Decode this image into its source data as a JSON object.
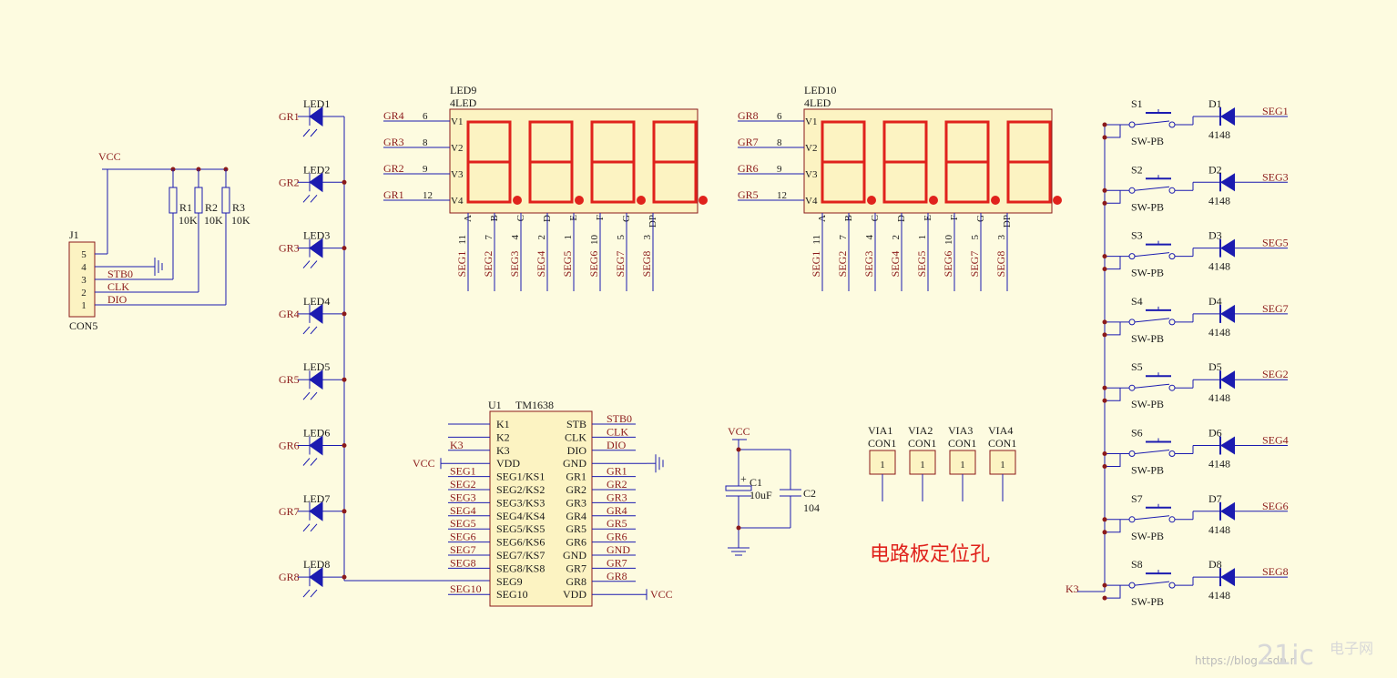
{
  "connector": {
    "ref": "J1",
    "value": "CON5",
    "supply": "VCC",
    "pins": [
      {
        "num": "5",
        "net": ""
      },
      {
        "num": "4",
        "net": ""
      },
      {
        "num": "3",
        "net": "STB0"
      },
      {
        "num": "2",
        "net": "CLK"
      },
      {
        "num": "1",
        "net": "DIO"
      }
    ]
  },
  "resistors": [
    {
      "ref": "R1",
      "value": "10K"
    },
    {
      "ref": "R2",
      "value": "10K"
    },
    {
      "ref": "R3",
      "value": "10K"
    }
  ],
  "leds": [
    {
      "ref": "LED1",
      "net": "GR1"
    },
    {
      "ref": "LED2",
      "net": "GR2"
    },
    {
      "ref": "LED3",
      "net": "GR3"
    },
    {
      "ref": "LED4",
      "net": "GR4"
    },
    {
      "ref": "LED5",
      "net": "GR5"
    },
    {
      "ref": "LED6",
      "net": "GR6"
    },
    {
      "ref": "LED7",
      "net": "GR7"
    },
    {
      "ref": "LED8",
      "net": "GR8"
    }
  ],
  "displays": [
    {
      "ref": "LED9",
      "value": "4LED",
      "commons": [
        {
          "net": "GR4",
          "pin": "6",
          "label": "V1"
        },
        {
          "net": "GR3",
          "pin": "8",
          "label": "V2"
        },
        {
          "net": "GR2",
          "pin": "9",
          "label": "V3"
        },
        {
          "net": "GR1",
          "pin": "12",
          "label": "V4"
        }
      ],
      "segments": [
        {
          "pin": "11",
          "name": "A",
          "net": "SEG1"
        },
        {
          "pin": "7",
          "name": "B",
          "net": "SEG2"
        },
        {
          "pin": "4",
          "name": "C",
          "net": "SEG3"
        },
        {
          "pin": "2",
          "name": "D",
          "net": "SEG4"
        },
        {
          "pin": "1",
          "name": "E",
          "net": "SEG5"
        },
        {
          "pin": "10",
          "name": "F",
          "net": "SEG6"
        },
        {
          "pin": "5",
          "name": "G",
          "net": "SEG7"
        },
        {
          "pin": "3",
          "name": "DP",
          "net": "SEG8"
        }
      ]
    },
    {
      "ref": "LED10",
      "value": "4LED",
      "commons": [
        {
          "net": "GR8",
          "pin": "6",
          "label": "V1"
        },
        {
          "net": "GR7",
          "pin": "8",
          "label": "V2"
        },
        {
          "net": "GR6",
          "pin": "9",
          "label": "V3"
        },
        {
          "net": "GR5",
          "pin": "12",
          "label": "V4"
        }
      ],
      "segments": [
        {
          "pin": "11",
          "name": "A",
          "net": "SEG1"
        },
        {
          "pin": "7",
          "name": "B",
          "net": "SEG2"
        },
        {
          "pin": "4",
          "name": "C",
          "net": "SEG3"
        },
        {
          "pin": "2",
          "name": "D",
          "net": "SEG4"
        },
        {
          "pin": "1",
          "name": "E",
          "net": "SEG5"
        },
        {
          "pin": "10",
          "name": "F",
          "net": "SEG6"
        },
        {
          "pin": "5",
          "name": "G",
          "net": "SEG7"
        },
        {
          "pin": "3",
          "name": "DP",
          "net": "SEG8"
        }
      ]
    }
  ],
  "ic": {
    "ref": "U1",
    "value": "TM1638",
    "left_pins": [
      {
        "name": "K1",
        "net": ""
      },
      {
        "name": "K2",
        "net": ""
      },
      {
        "name": "K3",
        "net": "K3"
      },
      {
        "name": "VDD",
        "net": "VCC"
      },
      {
        "name": "SEG1/KS1",
        "net": "SEG1"
      },
      {
        "name": "SEG2/KS2",
        "net": "SEG2"
      },
      {
        "name": "SEG3/KS3",
        "net": "SEG3"
      },
      {
        "name": "SEG4/KS4",
        "net": "SEG4"
      },
      {
        "name": "SEG5/KS5",
        "net": "SEG5"
      },
      {
        "name": "SEG6/KS6",
        "net": "SEG6"
      },
      {
        "name": "SEG7/KS7",
        "net": "SEG7"
      },
      {
        "name": "SEG8/KS8",
        "net": "SEG8"
      },
      {
        "name": "SEG9",
        "net": ""
      },
      {
        "name": "SEG10",
        "net": "SEG10"
      }
    ],
    "right_pins": [
      {
        "name": "STB",
        "net": "STB0"
      },
      {
        "name": "CLK",
        "net": "CLK"
      },
      {
        "name": "DIO",
        "net": "DIO"
      },
      {
        "name": "GND",
        "net": ""
      },
      {
        "name": "GR1",
        "net": "GR1"
      },
      {
        "name": "GR2",
        "net": "GR2"
      },
      {
        "name": "GR3",
        "net": "GR3"
      },
      {
        "name": "GR4",
        "net": "GR4"
      },
      {
        "name": "GR5",
        "net": "GR5"
      },
      {
        "name": "GR6",
        "net": "GR6"
      },
      {
        "name": "GND",
        "net": "GND"
      },
      {
        "name": "GR7",
        "net": "GR7"
      },
      {
        "name": "GR8",
        "net": "GR8"
      },
      {
        "name": "VDD",
        "net": "VCC"
      }
    ]
  },
  "capacitors": {
    "supply": "VCC",
    "c1": {
      "ref": "C1",
      "value": "10uF",
      "plus": "+"
    },
    "c2": {
      "ref": "C2",
      "value": "104"
    }
  },
  "vias": [
    {
      "ref": "VIA1",
      "value": "CON1",
      "pin": "1"
    },
    {
      "ref": "VIA2",
      "value": "CON1",
      "pin": "1"
    },
    {
      "ref": "VIA3",
      "value": "CON1",
      "pin": "1"
    },
    {
      "ref": "VIA4",
      "value": "CON1",
      "pin": "1"
    }
  ],
  "mounting_note": "电路板定位孔",
  "keys": {
    "row_net": "K3",
    "rows": [
      {
        "sw": "S1",
        "sw_value": "SW-PB",
        "diode": "D1",
        "diode_value": "4148",
        "net": "SEG1"
      },
      {
        "sw": "S2",
        "sw_value": "SW-PB",
        "diode": "D2",
        "diode_value": "4148",
        "net": "SEG3"
      },
      {
        "sw": "S3",
        "sw_value": "SW-PB",
        "diode": "D3",
        "diode_value": "4148",
        "net": "SEG5"
      },
      {
        "sw": "S4",
        "sw_value": "SW-PB",
        "diode": "D4",
        "diode_value": "4148",
        "net": "SEG7"
      },
      {
        "sw": "S5",
        "sw_value": "SW-PB",
        "diode": "D5",
        "diode_value": "4148",
        "net": "SEG2"
      },
      {
        "sw": "S6",
        "sw_value": "SW-PB",
        "diode": "D6",
        "diode_value": "4148",
        "net": "SEG4"
      },
      {
        "sw": "S7",
        "sw_value": "SW-PB",
        "diode": "D7",
        "diode_value": "4148",
        "net": "SEG6"
      },
      {
        "sw": "S8",
        "sw_value": "SW-PB",
        "diode": "D8",
        "diode_value": "4148",
        "net": "SEG8"
      }
    ]
  },
  "watermark": {
    "url": "https://blog.csdn.n",
    "logo": "21ic",
    "site": "电子网"
  },
  "colors": {
    "wire": "#1b1bb0",
    "part": "#1b1bb0",
    "net_label": "#8b1a1a",
    "segment": "#e0221c",
    "body": "#fcf3c2",
    "body_border": "#8b1a1a",
    "background": "#fdfbe0"
  }
}
